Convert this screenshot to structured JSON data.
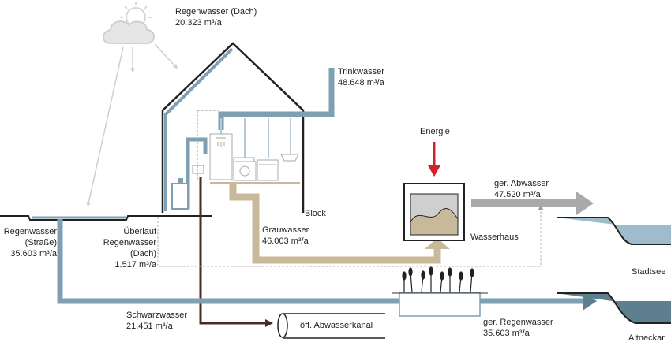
{
  "labels": {
    "regen_dach_name": "Regenwasser (Dach)",
    "regen_dach_value": "20.323 m³/a",
    "trinkwasser_name": "Trinkwasser",
    "trinkwasser_value": "48.648 m³/a",
    "energie": "Energie",
    "ger_abwasser_name": "ger. Abwasser",
    "ger_abwasser_value": "47.520 m³/a",
    "block": "Block",
    "regen_strasse_name1": "Regenwasser",
    "regen_strasse_name2": "(Straße)",
    "regen_strasse_value": "35.603 m³/a",
    "ueberlauf_name1": "Überlauf",
    "ueberlauf_name2": "Regenwasser",
    "ueberlauf_name3": "(Dach)",
    "ueberlauf_value": "1.517 m³/a",
    "grauwasser_name": "Grauwasser",
    "grauwasser_value": "46.003 m³/a",
    "wasserhaus": "Wasserhaus",
    "stadtsee": "Stadtsee",
    "schwarzwasser_name": "Schwarzwasser",
    "schwarzwasser_value": "21.451 m³/a",
    "abwasserkanal": "öff. Abwasserkanal",
    "ger_regenwasser_name": "ger. Regenwasser",
    "ger_regenwasser_value": "35.603 m³/a",
    "altneckar": "Altneckar"
  },
  "colors": {
    "rain_blue": "#7f9fb3",
    "grey_water": "#c8b99a",
    "black_water": "#4a2a22",
    "energy_red": "#d0232a",
    "treated_grey": "#a9a9a9",
    "lake_light": "#9fbccd",
    "lake_dark": "#5d7f90",
    "cloud": "#d9d9d9"
  },
  "icons": [
    "sun-icon",
    "cloud-icon",
    "rain-arrow-icon",
    "shower-icon",
    "toilet-icon",
    "washing-machine-icon",
    "dishwasher-icon",
    "sink-icon",
    "reed-plant-icon",
    "energy-arrow-icon"
  ]
}
